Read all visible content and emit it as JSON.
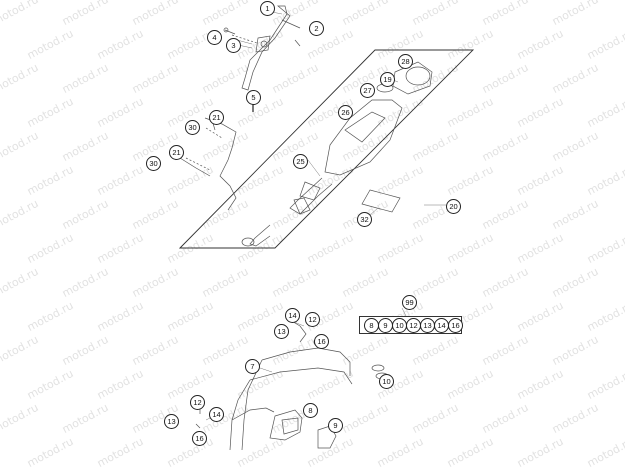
{
  "watermark": "motod.ru",
  "callouts": [
    {
      "id": "c1",
      "label": "1"
    },
    {
      "id": "c2",
      "label": "2"
    },
    {
      "id": "c3",
      "label": "3"
    },
    {
      "id": "c4",
      "label": "4"
    },
    {
      "id": "c5",
      "label": "5"
    },
    {
      "id": "c28",
      "label": "28"
    },
    {
      "id": "c19",
      "label": "19"
    },
    {
      "id": "c27",
      "label": "27"
    },
    {
      "id": "c26",
      "label": "26"
    },
    {
      "id": "c21a",
      "label": "21"
    },
    {
      "id": "c30a",
      "label": "30"
    },
    {
      "id": "c21b",
      "label": "21"
    },
    {
      "id": "c30b",
      "label": "30"
    },
    {
      "id": "c25",
      "label": "25"
    },
    {
      "id": "c20",
      "label": "20"
    },
    {
      "id": "c32",
      "label": "32"
    },
    {
      "id": "c99",
      "label": "99"
    },
    {
      "id": "c14a",
      "label": "14"
    },
    {
      "id": "c12a",
      "label": "12"
    },
    {
      "id": "c13a",
      "label": "13"
    },
    {
      "id": "c16a",
      "label": "16"
    },
    {
      "id": "c7",
      "label": "7"
    },
    {
      "id": "c10",
      "label": "10"
    },
    {
      "id": "c12b",
      "label": "12"
    },
    {
      "id": "c13b",
      "label": "13"
    },
    {
      "id": "c14b",
      "label": "14"
    },
    {
      "id": "c16b",
      "label": "16"
    },
    {
      "id": "c8",
      "label": "8"
    },
    {
      "id": "c9",
      "label": "9"
    }
  ],
  "kit": {
    "label": "99",
    "items": [
      "8",
      "9",
      "10",
      "12",
      "13",
      "14",
      "16"
    ]
  }
}
